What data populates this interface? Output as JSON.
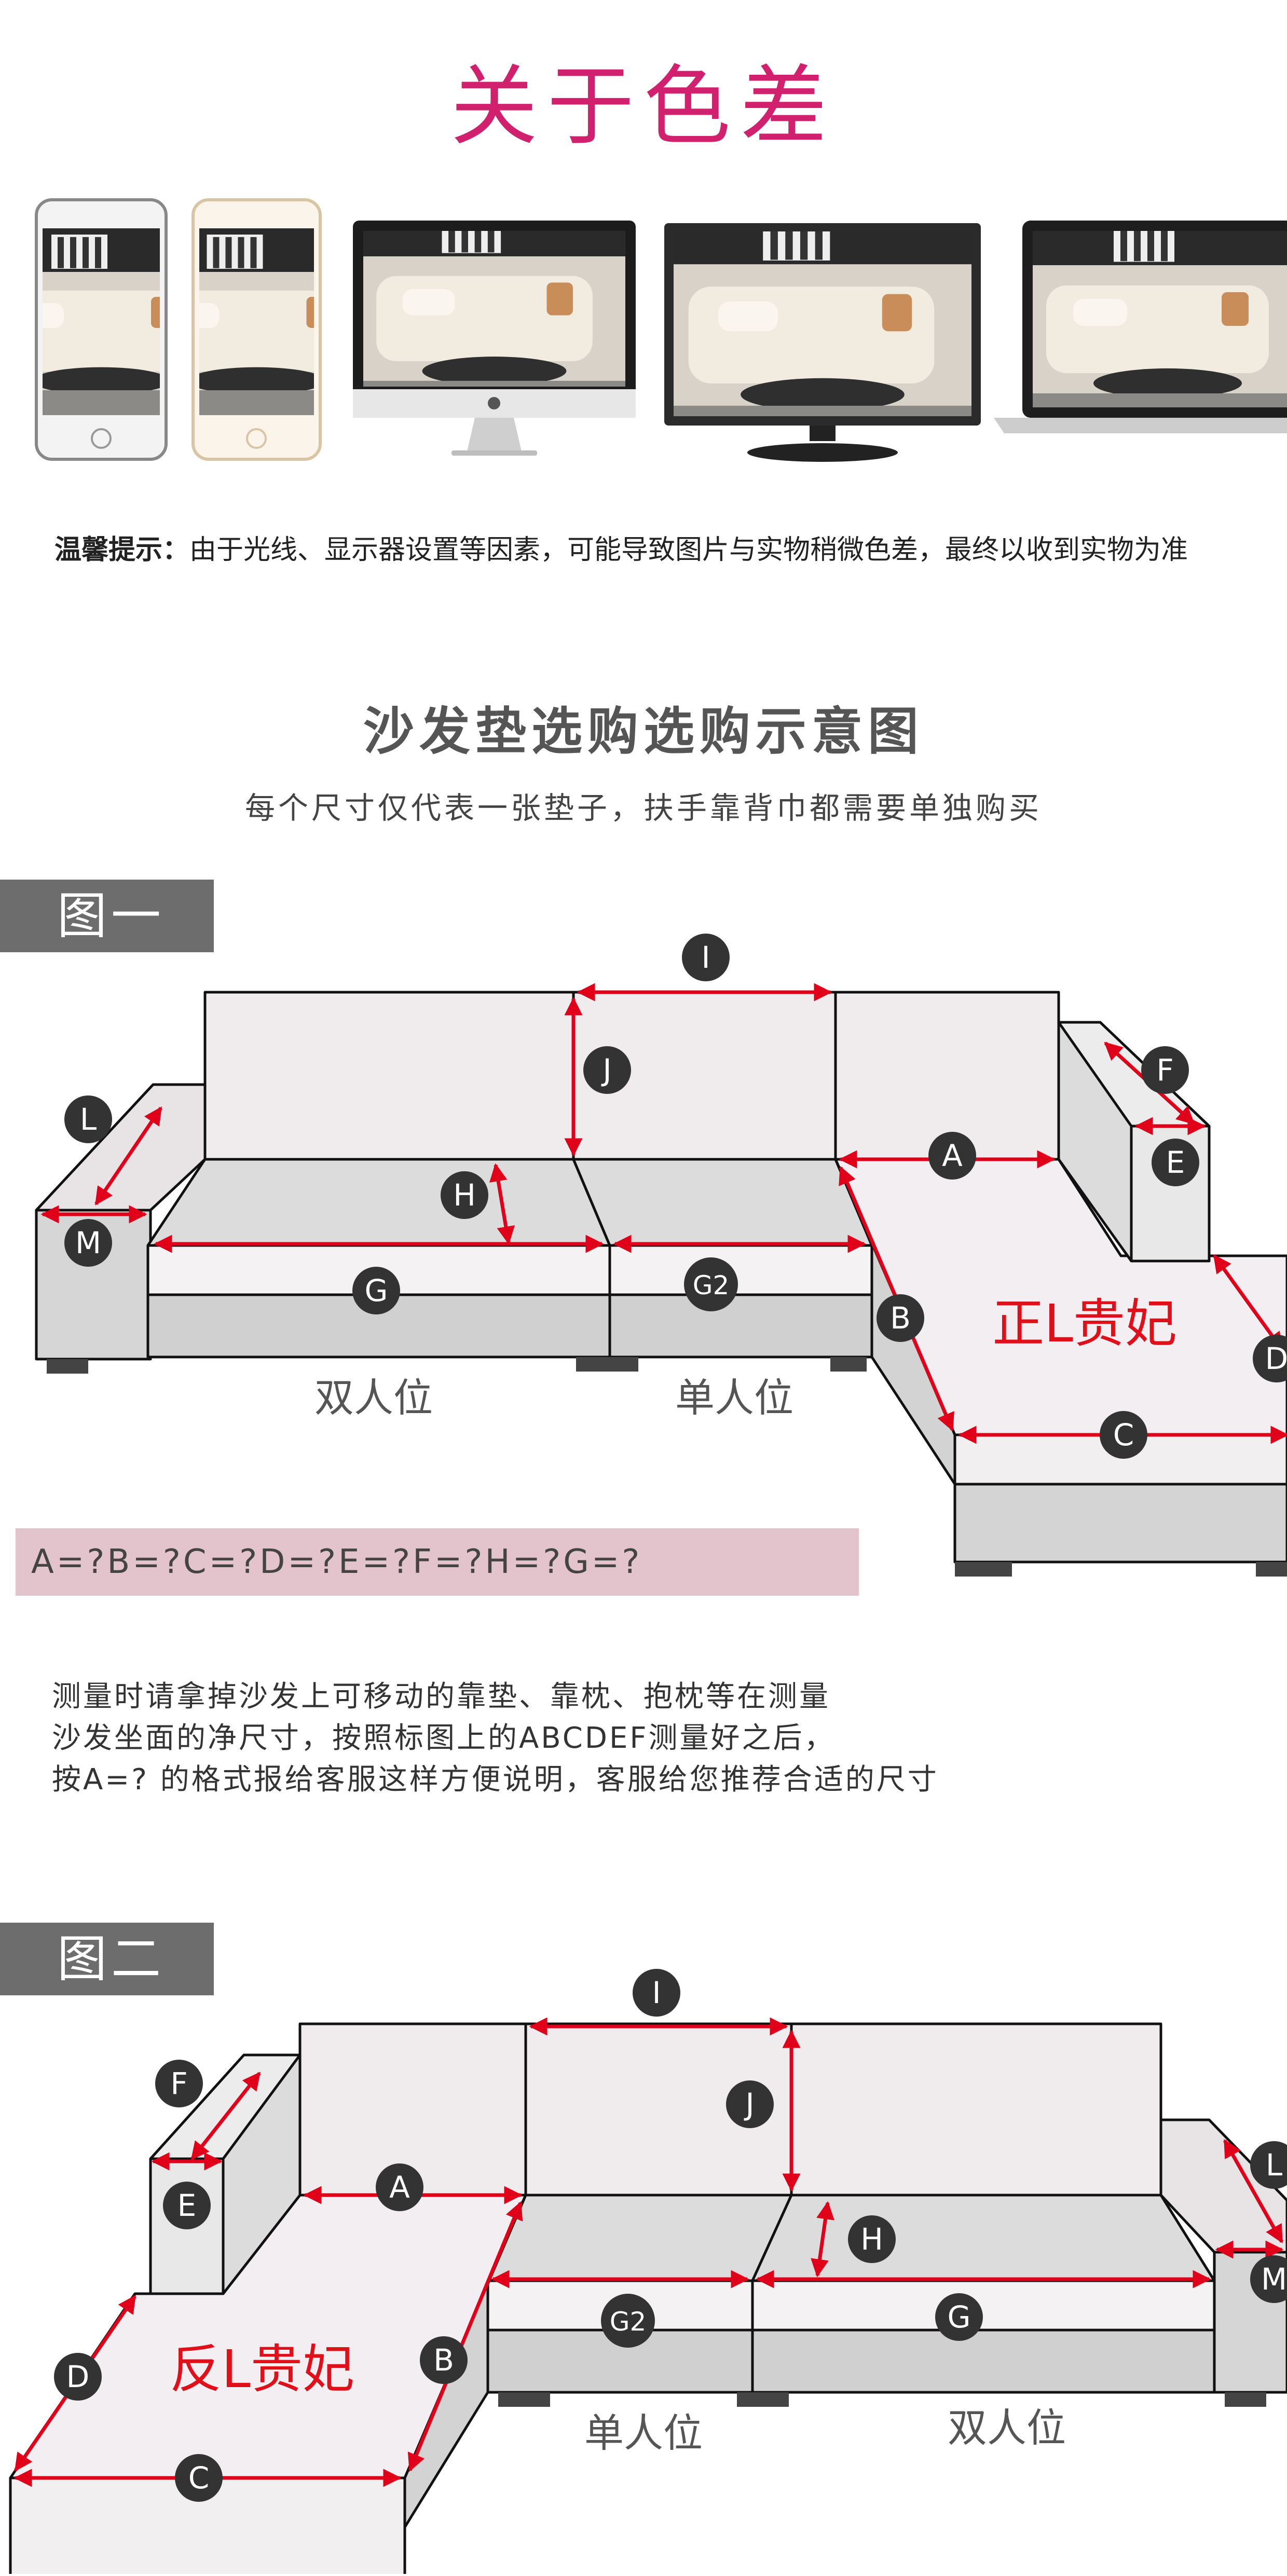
{
  "header": {
    "title": "关于色差"
  },
  "devices": [
    {
      "name": "phone-black"
    },
    {
      "name": "phone-gold"
    },
    {
      "name": "imac"
    },
    {
      "name": "monitor"
    },
    {
      "name": "laptop"
    }
  ],
  "notice": {
    "label": "温馨提示：",
    "text": "由于光线、显示器设置等因素，可能导致图片与实物稍微色差，最终以收到实物为准"
  },
  "section": {
    "title": "沙发垫选购选购示意图",
    "subtitle": "每个尺寸仅代表一张垫子，扶手靠背巾都需要单独购买"
  },
  "figure1": {
    "tag": "图一",
    "labels": {
      "I": "I",
      "J": "J",
      "L": "L",
      "M": "M",
      "H": "H",
      "G": "G",
      "G2": "G2",
      "A": "A",
      "B": "B",
      "C": "C",
      "D": "D",
      "E": "E",
      "F": "F"
    },
    "seat_double": "双人位",
    "seat_single": "单人位",
    "chaise": "正L贵妃"
  },
  "formula": "A=?B=?C=?D=?E=?F=?H=?G=?",
  "note": {
    "line1": "测量时请拿掉沙发上可移动的靠垫、靠枕、抱枕等在测量",
    "line2": "沙发坐面的净尺寸，按照标图上的ABCDEF测量好之后，",
    "line3": "按A=? 的格式报给客服这样方便说明，客服给您推荐合适的尺寸"
  },
  "figure2": {
    "tag": "图二",
    "labels": {
      "I": "I",
      "J": "J",
      "L": "L",
      "M": "M",
      "H": "H",
      "G": "G",
      "G2": "G2",
      "A": "A",
      "B": "B",
      "C": "C",
      "D": "D",
      "E": "E",
      "F": "F"
    },
    "seat_double": "双人位",
    "seat_single": "单人位",
    "chaise": "反L贵妃"
  },
  "colors": {
    "title": "#d1206e",
    "arrow": "#e0001a",
    "chaise_text": "#e0101a",
    "tag_bg": "#6d6d6d",
    "formula_bg": "#e4c4cc"
  }
}
